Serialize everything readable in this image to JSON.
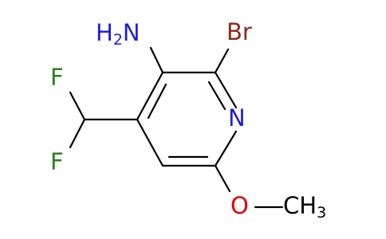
{
  "colors": {
    "bond": "#000000",
    "nitrogen": "#1f1fd1",
    "bromine": "#8b2a1a",
    "fluorine": "#2f7f22",
    "oxygen": "#e00000",
    "carbon": "#000000"
  },
  "atoms": {
    "amine": {
      "main": "H",
      "sub": "2",
      "tail": "N"
    },
    "bromine": "Br",
    "ring_nitrogen": "N",
    "fluorine_top": "F",
    "fluorine_bottom": "F",
    "oxygen": "O",
    "methyl": {
      "main": "CH",
      "sub": "3"
    }
  }
}
